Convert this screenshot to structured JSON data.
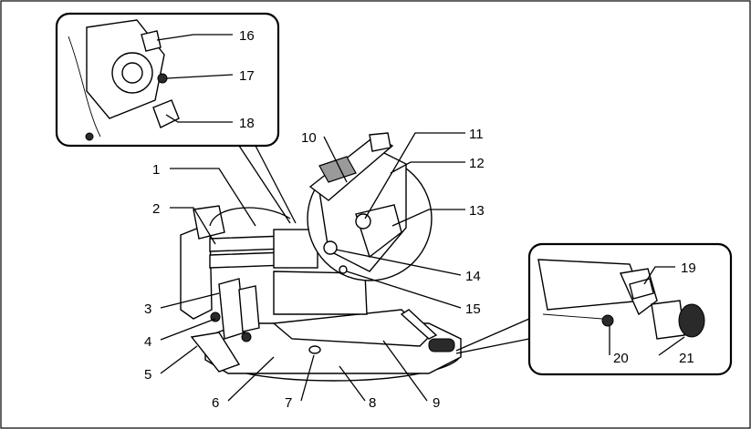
{
  "labels": {
    "l1": "1",
    "l2": "2",
    "l3": "3",
    "l4": "4",
    "l5": "5",
    "l6": "6",
    "l7": "7",
    "l8": "8",
    "l9": "9",
    "l10": "10",
    "l11": "11",
    "l12": "12",
    "l13": "13",
    "l14": "14",
    "l15": "15",
    "l16": "16",
    "l17": "17",
    "l18": "18",
    "l19": "19",
    "l20": "20",
    "l21": "21"
  },
  "icons": {
    "main": "miter-saw-illustration",
    "detail_top": "handle-lock-detail",
    "detail_right": "fence-clamp-knob-detail"
  },
  "colors": {
    "line": "#000000",
    "background": "#ffffff",
    "shade": "#9a9a9a"
  }
}
